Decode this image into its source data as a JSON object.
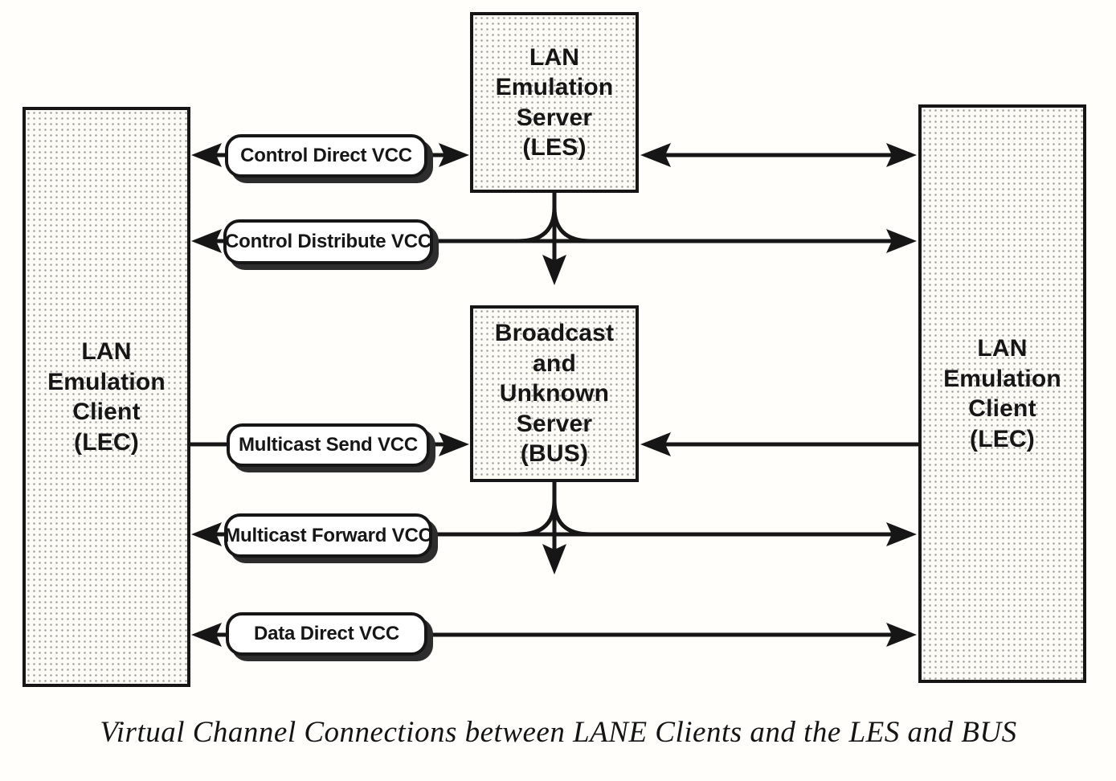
{
  "diagram": {
    "caption": "Virtual Channel Connections between LANE Clients and the LES and BUS",
    "nodes": {
      "lec_left": "LAN\nEmulation\nClient\n(LEC)",
      "les": "LAN\nEmulation\nServer\n(LES)",
      "bus": "Broadcast\nand\nUnknown\nServer\n(BUS)",
      "lec_right": "LAN\nEmulation\nClient\n(LEC)"
    },
    "connections": {
      "control_direct": "Control Direct VCC",
      "control_distribute": "Control Distribute VCC",
      "multicast_send": "Multicast Send VCC",
      "multicast_forward": "Multicast Forward VCC",
      "data_direct": "Data Direct VCC"
    },
    "colors": {
      "ink": "#161616",
      "paper": "#fffefb",
      "node_fill": "#fcfbf6",
      "stipple_dot": "#9c9c9c",
      "pill_shadow": "#2d2d2d"
    }
  }
}
